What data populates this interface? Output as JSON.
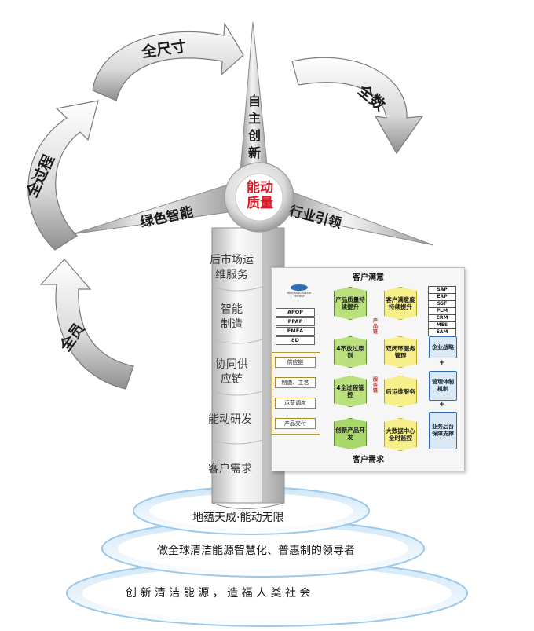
{
  "arrows": {
    "top": "全尺寸",
    "right": "全数",
    "left": "全过程",
    "bottom_left": "全员"
  },
  "blades": {
    "top": "自主创新",
    "left": "绿色智能",
    "right": "行业引领"
  },
  "hub": {
    "line1": "能动",
    "line2": "质量"
  },
  "tower": [
    "后市场运维服务",
    "智能制造",
    "协同供应链",
    "能动研发",
    "客户需求"
  ],
  "panel": {
    "title_top": "客户满意",
    "title_bottom": "客户需求",
    "logo_text": "MINGYANG SMART ENERGY",
    "left_list": [
      "APQP",
      "PPAP",
      "FMEA",
      "8D"
    ],
    "supply_boxes": [
      "供应链",
      "制造、工艺",
      "运营调度",
      "产品交付"
    ],
    "col1": [
      "产品质量持续提升",
      "4不放过原则",
      "4全过程管控",
      "创新产品开发"
    ],
    "col2": [
      "客户满意度持续提升",
      "双闭环服务管理",
      "后运维服务",
      "大数据中心全时监控"
    ],
    "vertical_labels": [
      "产品链",
      "服务链"
    ],
    "systems": [
      "SAP",
      "ERP",
      "SSF",
      "PLM",
      "CRM",
      "MES",
      "EAM"
    ],
    "blue_boxes": [
      "企业战略",
      "管理体制机制",
      "业务后台保障支撑"
    ],
    "plus": "+"
  },
  "rings": [
    "地蕴天成·能动无限",
    "做全球清洁能源智慧化、普惠制的领导者",
    "创 新 清 洁 能 源 ， 造 福 人 类 社 会"
  ],
  "colors": {
    "hub_text": "#d81c2a",
    "hex_green": "#b9e07c",
    "hex_yellow": "#f7ef8a",
    "blue_box": "#2d6bb8"
  }
}
